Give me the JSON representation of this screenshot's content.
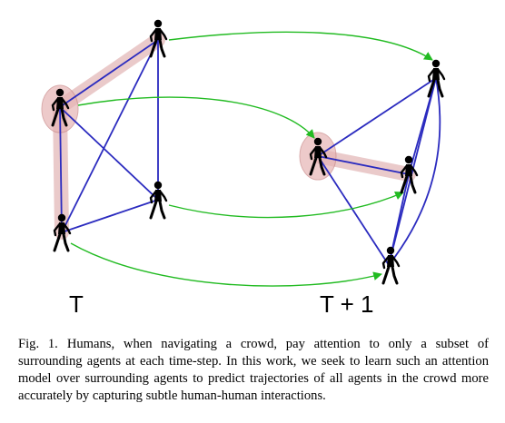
{
  "figure": {
    "frame_labels": {
      "t": "T",
      "t_plus_1": "T + 1"
    },
    "colors": {
      "edge": "#2b2bbf",
      "temporal_arrow": "#33cc33",
      "attention_highlight": "#d9a0a0",
      "person": "#000000"
    },
    "icons": {
      "person": "person-walking-icon"
    }
  },
  "caption": {
    "label": "Fig. 1.",
    "text": "Humans, when navigating a crowd, pay attention to only a subset of surrounding agents at each time-step. In this work, we seek to learn such an attention model over surrounding agents to predict trajectories of all agents in the crowd more accurately by capturing subtle human-human interactions."
  }
}
